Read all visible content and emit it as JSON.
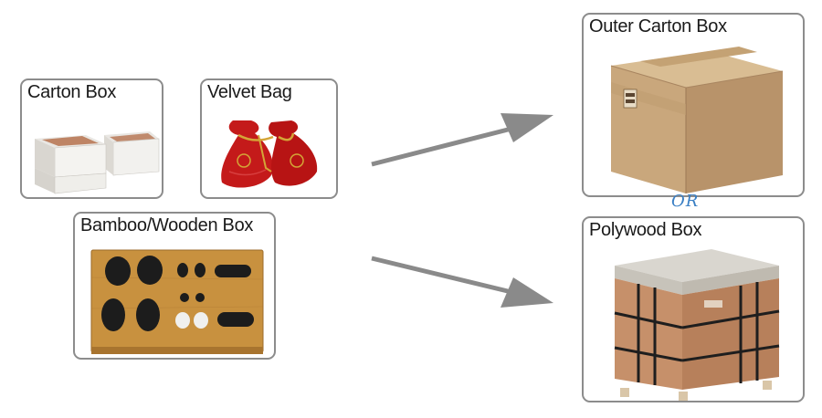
{
  "packaging": {
    "carton_box": {
      "label": "Carton Box"
    },
    "velvet_bag": {
      "label": "Velvet Bag"
    },
    "bamboo_box": {
      "label": "Bamboo/Wooden Box"
    },
    "outer_carton": {
      "label": "Outer Carton Box"
    },
    "polywood_box": {
      "label": "Polywood Box"
    },
    "or_label": "OR"
  },
  "icons": {
    "arrow": "arrow-icon",
    "carton": "carton-box-icon",
    "bag": "velvet-bag-icon",
    "bamboo": "bamboo-box-icon",
    "outer": "outer-carton-icon",
    "polywood": "polywood-crate-icon"
  },
  "colors": {
    "card_border": "#8c8c8c",
    "arrow": "#8a8a8a",
    "or_text": "#3a7fc4",
    "velvet": "#c41a1a",
    "cardboard": "#c9a77c",
    "bamboo": "#c8913f",
    "stone": "#1c1c1c"
  }
}
